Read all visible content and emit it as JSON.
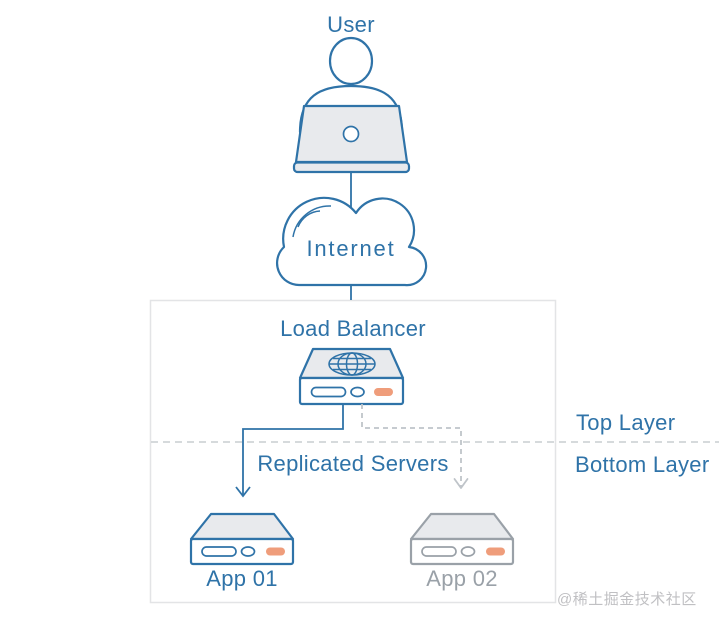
{
  "colors": {
    "blue": "#2f73a8",
    "gray": "#9aa1a8",
    "light_fill": "#e8eaed",
    "orange": "#ef9d7b",
    "box_border": "#e3e4e6",
    "divider_dash": "#c9cdd1",
    "connector_dash": "#bfc4c9",
    "watermark": "#c0c0c3",
    "bg": "#ffffff"
  },
  "labels": {
    "user": "User",
    "internet": "Internet",
    "load_balancer": "Load Balancer",
    "top_layer": "Top Layer",
    "bottom_layer": "Bottom Layer",
    "replicated_servers": "Replicated Servers",
    "app_01": "App 01",
    "app_02": "App 02",
    "watermark": "@稀土掘金技术社区"
  },
  "diagram": {
    "type": "architecture-flow",
    "nodes": [
      {
        "id": "user",
        "label": "User",
        "icon": "person-laptop-icon"
      },
      {
        "id": "internet",
        "label": "Internet",
        "icon": "cloud-icon"
      },
      {
        "id": "load_balancer",
        "label": "Load Balancer",
        "icon": "server-globe-icon",
        "layer": "Top Layer"
      },
      {
        "id": "app_01",
        "label": "App 01",
        "icon": "server-icon",
        "layer": "Bottom Layer",
        "state": "active"
      },
      {
        "id": "app_02",
        "label": "App 02",
        "icon": "server-icon",
        "layer": "Bottom Layer",
        "state": "replica"
      }
    ],
    "edges": [
      {
        "from": "user",
        "to": "internet",
        "style": "solid",
        "arrow": false
      },
      {
        "from": "internet",
        "to": "load_balancer",
        "style": "solid",
        "arrow": false
      },
      {
        "from": "load_balancer",
        "to": "app_01",
        "style": "solid-arrow",
        "arrow": true
      },
      {
        "from": "load_balancer",
        "to": "app_02",
        "style": "dashed-arrow",
        "arrow": true
      }
    ],
    "annotations": [
      "Top Layer",
      "Bottom Layer",
      "Replicated Servers"
    ]
  }
}
